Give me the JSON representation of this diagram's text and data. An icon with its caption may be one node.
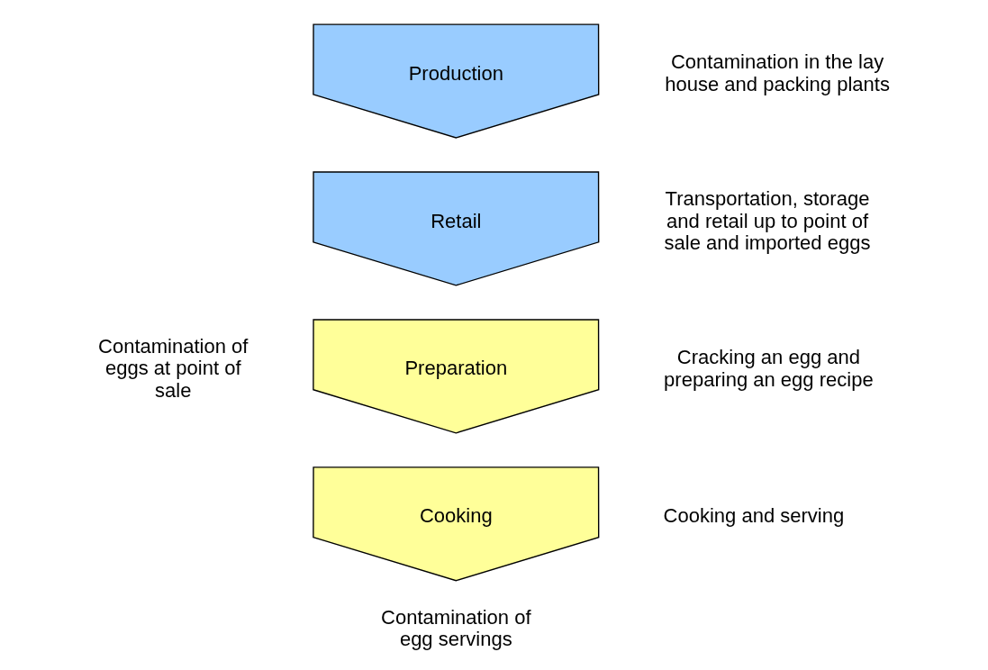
{
  "diagram": {
    "nodes": [
      {
        "text": [
          "Production"
        ],
        "beside": [
          "Contamination in the lay house and packing plants"
        ]
      },
      {
        "text": [
          "Retail"
        ],
        "beside": [
          "Transportation, storage and retail up to point of sale and imported eggs"
        ]
      },
      {
        "text": [
          "Preparation"
        ],
        "beside": [
          "Cracking an egg and preparing an egg recipe"
        ]
      },
      {
        "text": [
          "Cooking"
        ],
        "beside": [
          "Cooking and serving"
        ]
      }
    ],
    "edges": [],
    "labels": [
      "Contamination of eggs at point of sale",
      "Contamination of egg servings"
    ]
  }
}
